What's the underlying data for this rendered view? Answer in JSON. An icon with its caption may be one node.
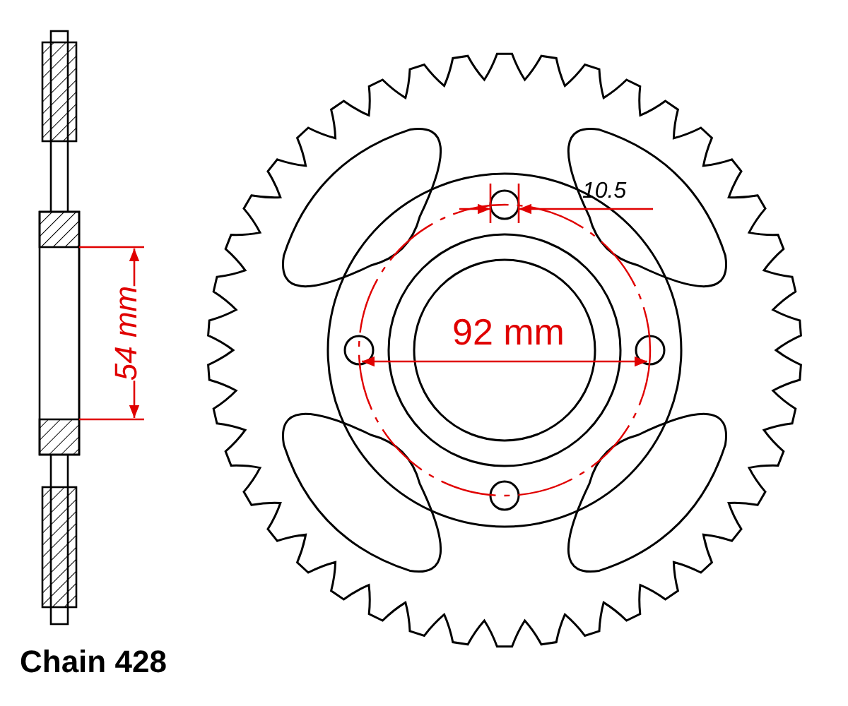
{
  "diagram": {
    "labels": [
      "10.5",
      "92 mm",
      "54 mm",
      "Chain 428"
    ]
  }
}
